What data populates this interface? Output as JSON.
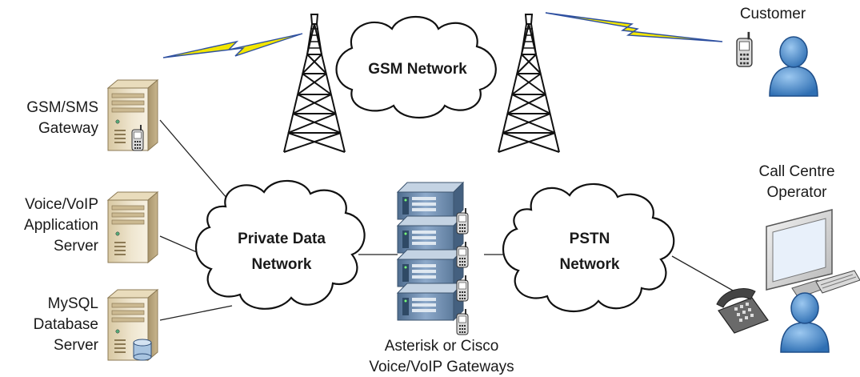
{
  "labels": {
    "gsm_network": "GSM Network",
    "private_data_network_1": "Private Data",
    "private_data_network_2": "Network",
    "pstn_network_1": "PSTN",
    "pstn_network_2": "Network",
    "customer": "Customer",
    "call_centre_1": "Call Centre",
    "call_centre_2": "Operator",
    "gsm_gateway_1": "GSM/SMS",
    "gsm_gateway_2": "Gateway",
    "voip_server_1": "Voice/VoIP",
    "voip_server_2": "Application",
    "voip_server_3": "Server",
    "mysql_server_1": "MySQL",
    "mysql_server_2": "Database",
    "mysql_server_3": "Server",
    "gateways_1": "Asterisk or Cisco",
    "gateways_2": "Voice/VoIP Gateways"
  },
  "colors": {
    "server_body": "#e8dcc0",
    "server_shade": "#b9a57e",
    "rack_blue": "#6f8fb0",
    "person_blue": "#3f7fc0",
    "lightning_yellow": "#f3e600",
    "lightning_blue": "#2d4fa0"
  }
}
